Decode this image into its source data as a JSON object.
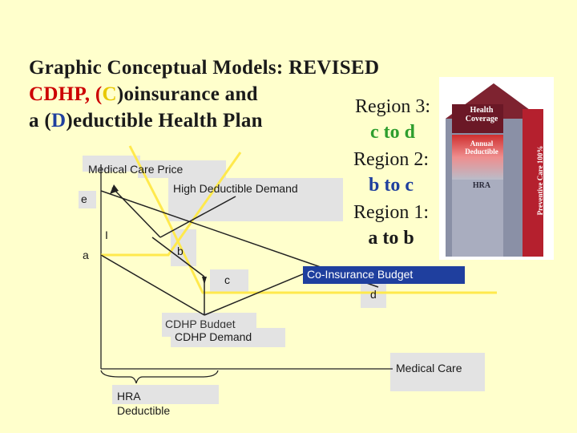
{
  "title": {
    "line1": "Graphic Conceptual Models: REVISED",
    "line2_a": "CDHP, (",
    "line2_b": "C",
    "line2_c": ")oinsurance and",
    "line3_a": "a (",
    "line3_b": "D",
    "line3_c": ")eductible Health Plan"
  },
  "regions": {
    "r3_label": "Region 3:",
    "r3_range": "c to d",
    "r2_label": "Region 2:",
    "r2_range": "b to c",
    "r1_label": "Region 1:",
    "r1_range": "a to b"
  },
  "diagram": {
    "y_axis_label": "Medical Care Price",
    "x_axis_label": "Medical Care",
    "hdd_demand": "High Deductible Demand",
    "coins_budget": "Co-Insurance Budget",
    "cdhp_budget": "CDHP Budget",
    "cdhp_demand": "CDHP Demand",
    "hra_deductible": "HRA\nDeductible",
    "point_e": "e",
    "point_a": "a",
    "point_b": "b",
    "point_c": "c",
    "point_d": "d",
    "mark_i": "I"
  },
  "house": {
    "top": "Health Coverage",
    "middle": "Annual Deductible",
    "bottom": "HRA",
    "side": "Preventive Care 100%"
  },
  "colors": {
    "background": "#ffffcc",
    "accent_red": "#cc0000",
    "accent_yellow": "#ffe94d",
    "accent_blue": "#1f3f9e",
    "accent_green": "#2e9e2e"
  }
}
